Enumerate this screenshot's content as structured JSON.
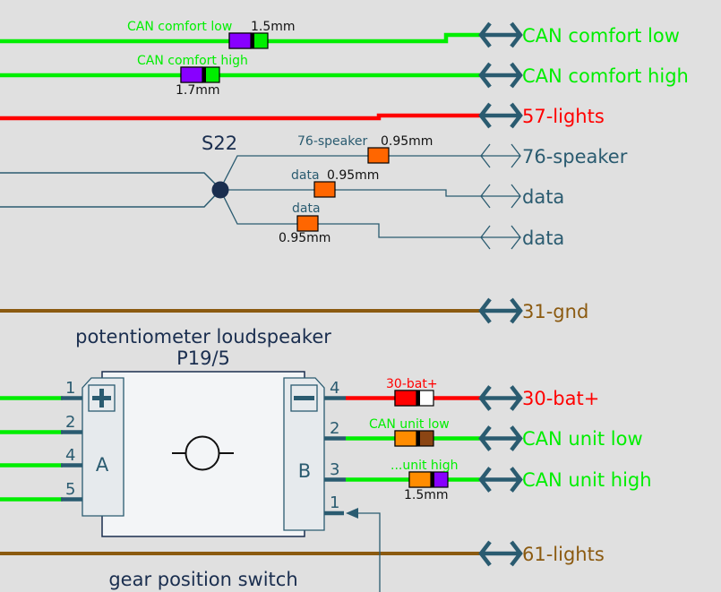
{
  "colors": {
    "green": "#00ee00",
    "red": "#ff0000",
    "brown": "#8b5a10",
    "teal": "#2a5b70",
    "navy": "#1a2e4f",
    "orange": "#ff6600",
    "dark_orange": "#ff8c00",
    "purple": "#8800ff",
    "white": "#ffffff",
    "chestnut": "#8b4513",
    "black": "#000000"
  },
  "signals": {
    "can_comfort_low": {
      "label": "CAN comfort low",
      "wire_label": "CAN comfort low",
      "size": "1.5mm"
    },
    "can_comfort_high": {
      "label": "CAN comfort high",
      "wire_label": "CAN comfort high",
      "size": "1.7mm"
    },
    "lights_57": {
      "label": "57-lights"
    },
    "speaker_76": {
      "label": "76-speaker",
      "wire_label": "76-speaker",
      "size": "0.95mm"
    },
    "data_1": {
      "label": "data",
      "wire_label": "data",
      "size": "0.95mm"
    },
    "data_2": {
      "label": "data",
      "wire_label": "data",
      "size": "0.95mm"
    },
    "gnd_31": {
      "label": "31-gnd"
    },
    "bat_30": {
      "label": "30-bat+",
      "wire_label": "30-bat+"
    },
    "can_unit_low": {
      "label": "CAN unit low",
      "wire_label": "CAN unit low"
    },
    "can_unit_high": {
      "label": "CAN unit high",
      "wire_label": "...unit high",
      "size": "1.5mm"
    },
    "lights_61": {
      "label": "61-lights"
    }
  },
  "splice": {
    "name": "S22"
  },
  "component": {
    "name": "potentiometer loudspeaker",
    "code": "P19/5",
    "connector_a": {
      "label": "A",
      "polarity": "plus-icon",
      "pins": [
        "1",
        "2",
        "4",
        "5"
      ]
    },
    "connector_b": {
      "label": "B",
      "polarity": "minus-icon",
      "pins": [
        "4",
        "2",
        "3",
        "1"
      ]
    }
  },
  "next_component": {
    "name": "gear position switch"
  }
}
